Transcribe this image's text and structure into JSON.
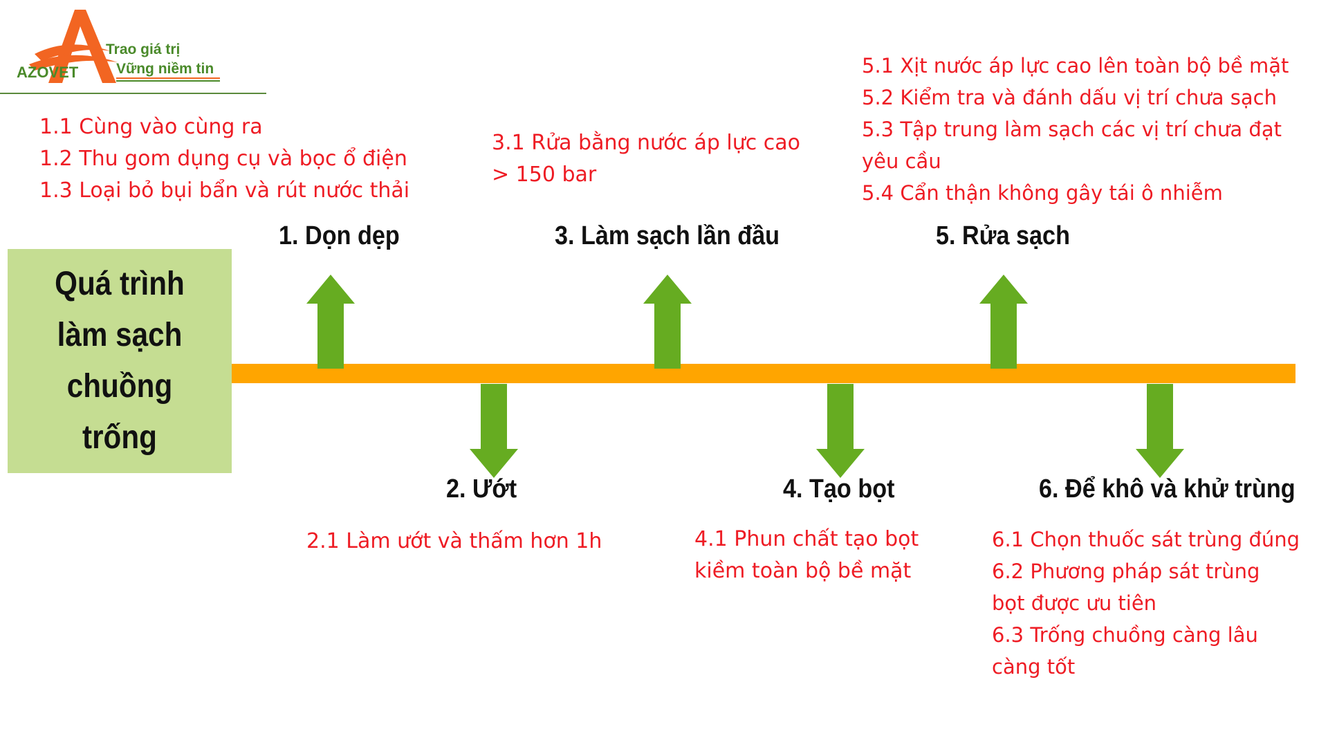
{
  "logo": {
    "brand": "AZOVET",
    "tagline_1": "Trao giá trị",
    "tagline_2": "Vững niềm tin"
  },
  "title": "Quá trình làm sạch chuồng trống",
  "colors": {
    "timeline": "#ffa500",
    "arrow": "#66ac21",
    "box": "#c5dd92",
    "bullet_text": "#ee1c24",
    "title_text": "#111111"
  },
  "steps": [
    {
      "title": "1. Dọn dẹp",
      "bullets": [
        "1.1 Cùng vào cùng ra",
        "1.2 Thu gom dụng cụ và bọc ổ điện",
        "1.3 Loại bỏ bụi bẩn và rút nước thải"
      ]
    },
    {
      "title": "2. Ướt",
      "bullets": [
        "2.1 Làm ướt và thấm hơn 1h"
      ]
    },
    {
      "title": "3. Làm sạch lần đầu",
      "bullets": [
        "3.1 Rửa bằng nước áp lực cao",
        "> 150 bar"
      ]
    },
    {
      "title": "4. Tạo bọt",
      "bullets": [
        "4.1 Phun chất tạo bọt",
        "kiềm toàn bộ bề mặt"
      ]
    },
    {
      "title": "5. Rửa sạch",
      "bullets": [
        "5.1 Xịt nước áp lực cao lên toàn bộ bề mặt",
        "5.2 Kiểm tra và đánh dấu vị trí  chưa sạch",
        "5.3 Tập trung làm sạch các vị trí chưa đạt",
        "yêu cầu",
        "5.4 Cẩn thận không gây tái ô nhiễm"
      ]
    },
    {
      "title": "6. Để khô và khử trùng",
      "bullets": [
        "6.1 Chọn thuốc sát trùng đúng",
        "6.2 Phương pháp sát trùng",
        "bọt được ưu tiên",
        "6.3 Trống chuồng càng lâu",
        "càng tốt"
      ]
    }
  ]
}
